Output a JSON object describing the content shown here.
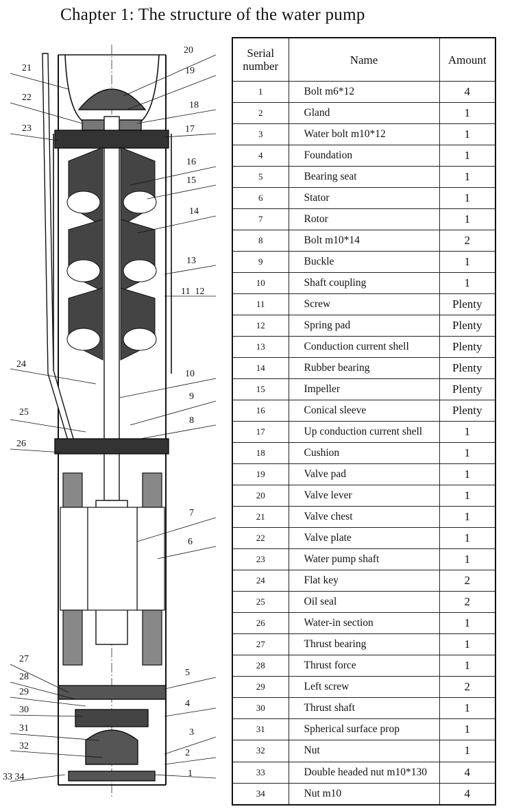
{
  "title": "Chapter 1:  The structure of the water pump",
  "table": {
    "headers": {
      "serial": "Serial number",
      "name": "Name",
      "amount": "Amount"
    },
    "rows": [
      {
        "no": "1",
        "name": "Bolt  m6*12",
        "amount": "4"
      },
      {
        "no": "2",
        "name": "Gland",
        "amount": "1"
      },
      {
        "no": "3",
        "name": "Water bolt  m10*12",
        "amount": "1"
      },
      {
        "no": "4",
        "name": "Foundation",
        "amount": "1"
      },
      {
        "no": "5",
        "name": "Bearing seat",
        "amount": "1"
      },
      {
        "no": "6",
        "name": "Stator",
        "amount": "1"
      },
      {
        "no": "7",
        "name": "Rotor",
        "amount": "1"
      },
      {
        "no": "8",
        "name": "Bolt  m10*14",
        "amount": "2"
      },
      {
        "no": "9",
        "name": "Buckle",
        "amount": "1"
      },
      {
        "no": "10",
        "name": "Shaft coupling",
        "amount": "1"
      },
      {
        "no": "11",
        "name": "Screw",
        "amount": "Plenty"
      },
      {
        "no": "12",
        "name": "Spring pad",
        "amount": "Plenty"
      },
      {
        "no": "13",
        "name": "Conduction current shell",
        "amount": "Plenty"
      },
      {
        "no": "14",
        "name": "Rubber bearing",
        "amount": "Plenty"
      },
      {
        "no": "15",
        "name": "Impeller",
        "amount": "Plenty"
      },
      {
        "no": "16",
        "name": "Conical sleeve",
        "amount": "Plenty"
      },
      {
        "no": "17",
        "name": "Up conduction current shell",
        "amount": "1"
      },
      {
        "no": "18",
        "name": "Cushion",
        "amount": "1"
      },
      {
        "no": "19",
        "name": "Valve pad",
        "amount": "1"
      },
      {
        "no": "20",
        "name": "Valve lever",
        "amount": "1"
      },
      {
        "no": "21",
        "name": "Valve chest",
        "amount": "1"
      },
      {
        "no": "22",
        "name": "Valve plate",
        "amount": "1"
      },
      {
        "no": "23",
        "name": "Water pump shaft",
        "amount": "1"
      },
      {
        "no": "24",
        "name": "Flat key",
        "amount": "2"
      },
      {
        "no": "25",
        "name": "Oil seal",
        "amount": "2"
      },
      {
        "no": "26",
        "name": "Water-in section",
        "amount": "1"
      },
      {
        "no": "27",
        "name": "Thrust bearing",
        "amount": "1"
      },
      {
        "no": "28",
        "name": "Thrust force",
        "amount": "1"
      },
      {
        "no": "29",
        "name": "Left screw",
        "amount": "2"
      },
      {
        "no": "30",
        "name": "Thrust shaft",
        "amount": "1"
      },
      {
        "no": "31",
        "name": "Spherical surface prop",
        "amount": "1"
      },
      {
        "no": "32",
        "name": "Nut",
        "amount": "1"
      },
      {
        "no": "33",
        "name": "Double headed nut m10*130",
        "amount": "4"
      },
      {
        "no": "34",
        "name": "Nut   m10",
        "amount": "4"
      }
    ]
  },
  "diagram": {
    "left_labels": [
      "21",
      "22",
      "23",
      "24",
      "25",
      "26",
      "27",
      "28",
      "29",
      "30",
      "31",
      "32",
      "33 34"
    ],
    "right_labels": [
      "20",
      "19",
      "18",
      "17",
      "16",
      "15",
      "14",
      "13",
      "11  12",
      "10",
      "9",
      "8",
      "7",
      "6",
      "5",
      "4",
      "3",
      "2",
      "1"
    ]
  }
}
